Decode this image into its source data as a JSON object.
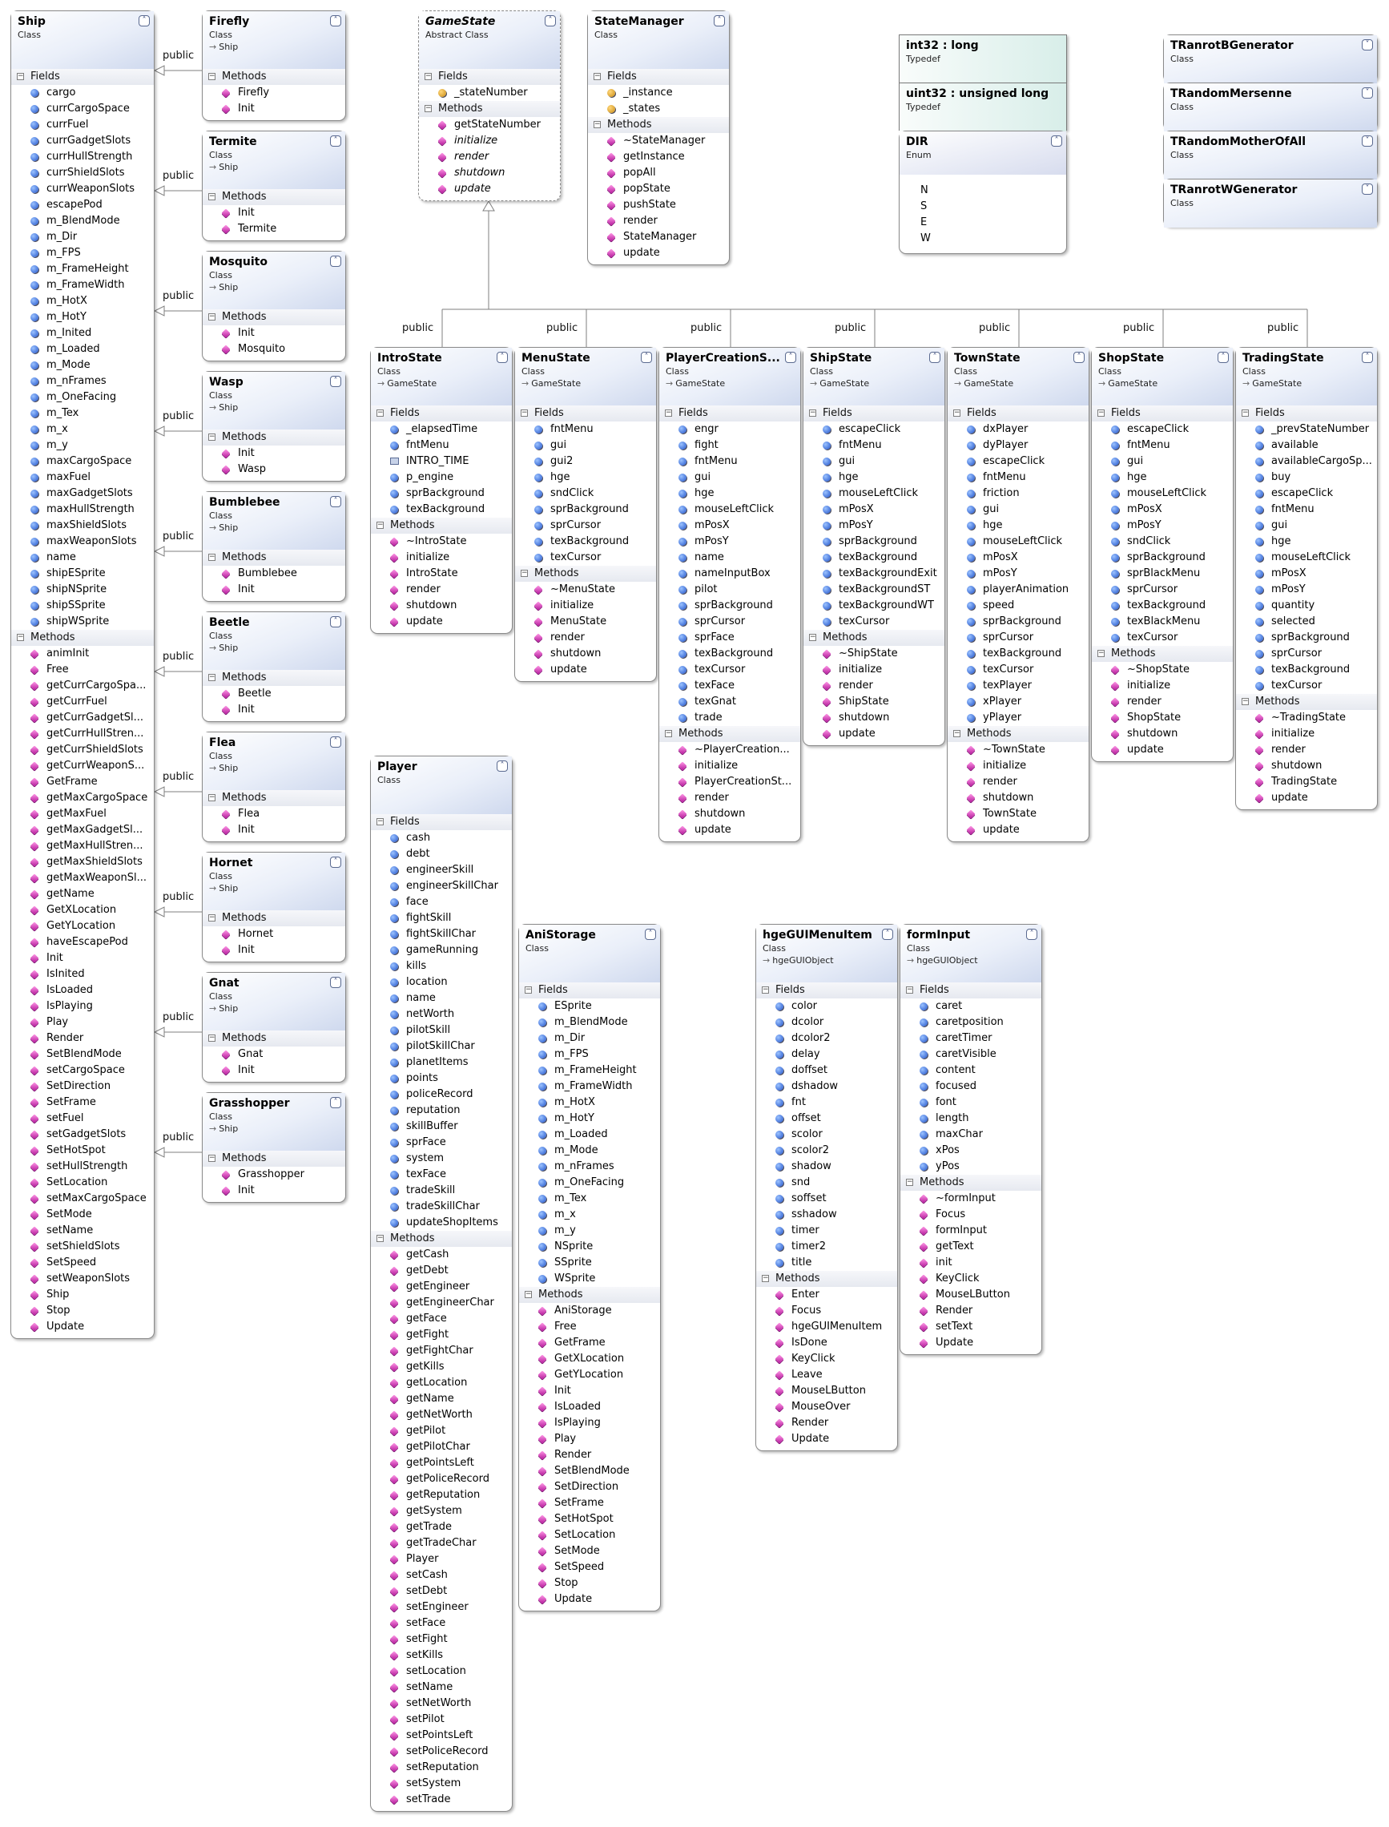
{
  "inherit_label": "public",
  "sections": {
    "fields": "Fields",
    "methods": "Methods"
  },
  "boxes": [
    {
      "id": "ship",
      "name": "Ship",
      "kind": "Class",
      "fields": [
        "cargo",
        "currCargoSpace",
        "currFuel",
        "currGadgetSlots",
        "currHullStrength",
        "currShieldSlots",
        "currWeaponSlots",
        "escapePod",
        "m_BlendMode",
        "m_Dir",
        "m_FPS",
        "m_FrameHeight",
        "m_FrameWidth",
        "m_HotX",
        "m_HotY",
        "m_Inited",
        "m_Loaded",
        "m_Mode",
        "m_nFrames",
        "m_OneFacing",
        "m_Tex",
        "m_x",
        "m_y",
        "maxCargoSpace",
        "maxFuel",
        "maxGadgetSlots",
        "maxHullStrength",
        "maxShieldSlots",
        "maxWeaponSlots",
        "name",
        "shipESprite",
        "shipNSprite",
        "shipSSprite",
        "shipWSprite"
      ],
      "methods": [
        "animInit",
        "Free",
        "getCurrCargoSpa...",
        "getCurrFuel",
        "getCurrGadgetSl...",
        "getCurrHullStren...",
        "getCurrShieldSlots",
        "getCurrWeaponS...",
        "GetFrame",
        "getMaxCargoSpace",
        "getMaxFuel",
        "getMaxGadgetSl...",
        "getMaxHullStren...",
        "getMaxShieldSlots",
        "getMaxWeaponSl...",
        "getName",
        "GetXLocation",
        "GetYLocation",
        "haveEscapePod",
        "Init",
        "IsInited",
        "IsLoaded",
        "IsPlaying",
        "Play",
        "Render",
        "SetBlendMode",
        "setCargoSpace",
        "SetDirection",
        "SetFrame",
        "setFuel",
        "setGadgetSlots",
        "SetHotSpot",
        "setHullStrength",
        "SetLocation",
        "setMaxCargoSpace",
        "SetMode",
        "setName",
        "setShieldSlots",
        "SetSpeed",
        "setWeaponSlots",
        "Ship",
        "Stop",
        "Update"
      ]
    },
    {
      "id": "firefly",
      "name": "Firefly",
      "kind": "Class",
      "base": "Ship",
      "methods": [
        "Firefly",
        "Init"
      ]
    },
    {
      "id": "termite",
      "name": "Termite",
      "kind": "Class",
      "base": "Ship",
      "methods": [
        "Init",
        "Termite"
      ]
    },
    {
      "id": "mosquito",
      "name": "Mosquito",
      "kind": "Class",
      "base": "Ship",
      "methods": [
        "Init",
        "Mosquito"
      ]
    },
    {
      "id": "wasp",
      "name": "Wasp",
      "kind": "Class",
      "base": "Ship",
      "methods": [
        "Init",
        "Wasp"
      ]
    },
    {
      "id": "bumblebee",
      "name": "Bumblebee",
      "kind": "Class",
      "base": "Ship",
      "methods": [
        "Bumblebee",
        "Init"
      ]
    },
    {
      "id": "beetle",
      "name": "Beetle",
      "kind": "Class",
      "base": "Ship",
      "methods": [
        "Beetle",
        "Init"
      ]
    },
    {
      "id": "flea",
      "name": "Flea",
      "kind": "Class",
      "base": "Ship",
      "methods": [
        "Flea",
        "Init"
      ]
    },
    {
      "id": "hornet",
      "name": "Hornet",
      "kind": "Class",
      "base": "Ship",
      "methods": [
        "Hornet",
        "Init"
      ]
    },
    {
      "id": "gnat",
      "name": "Gnat",
      "kind": "Class",
      "base": "Ship",
      "methods": [
        "Gnat",
        "Init"
      ]
    },
    {
      "id": "grasshopper",
      "name": "Grasshopper",
      "kind": "Class",
      "base": "Ship",
      "methods": [
        "Grasshopper",
        "Init"
      ]
    },
    {
      "id": "gamestate",
      "name": "GameState",
      "kind": "Abstract Class",
      "abstract": true,
      "fields": [
        "_stateNumber"
      ],
      "field_icon": "fp",
      "methods": [
        "getStateNumber",
        "initialize",
        "render",
        "shutdown",
        "update"
      ],
      "italic_methods": [
        1,
        2,
        3,
        4
      ]
    },
    {
      "id": "statemanager",
      "name": "StateManager",
      "kind": "Class",
      "fields": [
        "_instance",
        "_states"
      ],
      "field_icon": "fp",
      "methods": [
        "~StateManager",
        "getInstance",
        "popAll",
        "popState",
        "pushState",
        "render",
        "StateManager",
        "update"
      ]
    },
    {
      "id": "introstate",
      "name": "IntroState",
      "kind": "Class",
      "base": "GameState",
      "fields": [
        "_elapsedTime",
        "fntMenu",
        "INTRO_TIME",
        "p_engine",
        "sprBackground",
        "texBackground"
      ],
      "methods": [
        "~IntroState",
        "initialize",
        "IntroState",
        "render",
        "shutdown",
        "update"
      ]
    },
    {
      "id": "menustate",
      "name": "MenuState",
      "kind": "Class",
      "base": "GameState",
      "fields": [
        "fntMenu",
        "gui",
        "gui2",
        "hge",
        "sndClick",
        "sprBackground",
        "sprCursor",
        "texBackground",
        "texCursor"
      ],
      "methods": [
        "~MenuState",
        "initialize",
        "MenuState",
        "render",
        "shutdown",
        "update"
      ]
    },
    {
      "id": "playercreation",
      "name": "PlayerCreationS...",
      "kind": "Class",
      "base": "GameState",
      "fields": [
        "engr",
        "fight",
        "fntMenu",
        "gui",
        "hge",
        "mouseLeftClick",
        "mPosX",
        "mPosY",
        "name",
        "nameInputBox",
        "pilot",
        "sprBackground",
        "sprCursor",
        "sprFace",
        "texBackground",
        "texCursor",
        "texFace",
        "texGnat",
        "trade"
      ],
      "methods": [
        "~PlayerCreation...",
        "initialize",
        "PlayerCreationSt...",
        "render",
        "shutdown",
        "update"
      ]
    },
    {
      "id": "shipstate",
      "name": "ShipState",
      "kind": "Class",
      "base": "GameState",
      "fields": [
        "escapeClick",
        "fntMenu",
        "gui",
        "hge",
        "mouseLeftClick",
        "mPosX",
        "mPosY",
        "sprBackground",
        "texBackground",
        "texBackgroundExit",
        "texBackgroundST",
        "texBackgroundWT",
        "texCursor"
      ],
      "methods": [
        "~ShipState",
        "initialize",
        "render",
        "ShipState",
        "shutdown",
        "update"
      ]
    },
    {
      "id": "townstate",
      "name": "TownState",
      "kind": "Class",
      "base": "GameState",
      "fields": [
        "dxPlayer",
        "dyPlayer",
        "escapeClick",
        "fntMenu",
        "friction",
        "gui",
        "hge",
        "mouseLeftClick",
        "mPosX",
        "mPosY",
        "playerAnimation",
        "speed",
        "sprBackground",
        "sprCursor",
        "texBackground",
        "texCursor",
        "texPlayer",
        "xPlayer",
        "yPlayer"
      ],
      "methods": [
        "~TownState",
        "initialize",
        "render",
        "shutdown",
        "TownState",
        "update"
      ]
    },
    {
      "id": "shopstate",
      "name": "ShopState",
      "kind": "Class",
      "base": "GameState",
      "fields": [
        "escapeClick",
        "fntMenu",
        "gui",
        "hge",
        "mouseLeftClick",
        "mPosX",
        "mPosY",
        "sndClick",
        "sprBackground",
        "sprBlackMenu",
        "sprCursor",
        "texBackground",
        "texBlackMenu",
        "texCursor"
      ],
      "methods": [
        "~ShopState",
        "initialize",
        "render",
        "ShopState",
        "shutdown",
        "update"
      ]
    },
    {
      "id": "tradingstate",
      "name": "TradingState",
      "kind": "Class",
      "base": "GameState",
      "fields": [
        "_prevStateNumber",
        "available",
        "availableCargoSp...",
        "buy",
        "escapeClick",
        "fntMenu",
        "gui",
        "hge",
        "mouseLeftClick",
        "mPosX",
        "mPosY",
        "quantity",
        "selected",
        "sprBackground",
        "sprCursor",
        "texBackground",
        "texCursor"
      ],
      "methods": [
        "~TradingState",
        "initialize",
        "render",
        "shutdown",
        "TradingState",
        "update"
      ]
    },
    {
      "id": "player",
      "name": "Player",
      "kind": "Class",
      "fields": [
        "cash",
        "debt",
        "engineerSkill",
        "engineerSkillChar",
        "face",
        "fightSkill",
        "fightSkillChar",
        "gameRunning",
        "kills",
        "location",
        "name",
        "netWorth",
        "pilotSkill",
        "pilotSkillChar",
        "planetItems",
        "points",
        "policeRecord",
        "reputation",
        "skillBuffer",
        "sprFace",
        "system",
        "texFace",
        "tradeSkill",
        "tradeSkillChar",
        "updateShopItems"
      ],
      "methods": [
        "getCash",
        "getDebt",
        "getEngineer",
        "getEngineerChar",
        "getFace",
        "getFight",
        "getFightChar",
        "getKills",
        "getLocation",
        "getName",
        "getNetWorth",
        "getPilot",
        "getPilotChar",
        "getPointsLeft",
        "getPoliceRecord",
        "getReputation",
        "getSystem",
        "getTrade",
        "getTradeChar",
        "Player",
        "setCash",
        "setDebt",
        "setEngineer",
        "setFace",
        "setFight",
        "setKills",
        "setLocation",
        "setName",
        "setNetWorth",
        "setPilot",
        "setPointsLeft",
        "setPoliceRecord",
        "setReputation",
        "setSystem",
        "setTrade"
      ]
    },
    {
      "id": "anistorage",
      "name": "AniStorage",
      "kind": "Class",
      "fields": [
        "ESprite",
        "m_BlendMode",
        "m_Dir",
        "m_FPS",
        "m_FrameHeight",
        "m_FrameWidth",
        "m_HotX",
        "m_HotY",
        "m_Loaded",
        "m_Mode",
        "m_nFrames",
        "m_OneFacing",
        "m_Tex",
        "m_x",
        "m_y",
        "NSprite",
        "SSprite",
        "WSprite"
      ],
      "methods": [
        "AniStorage",
        "Free",
        "GetFrame",
        "GetXLocation",
        "GetYLocation",
        "Init",
        "IsLoaded",
        "IsPlaying",
        "Play",
        "Render",
        "SetBlendMode",
        "SetDirection",
        "SetFrame",
        "SetHotSpot",
        "SetLocation",
        "SetMode",
        "SetSpeed",
        "Stop",
        "Update"
      ]
    },
    {
      "id": "hgeguimenuitem",
      "name": "hgeGUIMenuItem",
      "kind": "Class",
      "base": "hgeGUIObject",
      "fields": [
        "color",
        "dcolor",
        "dcolor2",
        "delay",
        "doffset",
        "dshadow",
        "fnt",
        "offset",
        "scolor",
        "scolor2",
        "shadow",
        "snd",
        "soffset",
        "sshadow",
        "timer",
        "timer2",
        "title"
      ],
      "methods": [
        "Enter",
        "Focus",
        "hgeGUIMenuItem",
        "IsDone",
        "KeyClick",
        "Leave",
        "MouseLButton",
        "MouseOver",
        "Render",
        "Update"
      ]
    },
    {
      "id": "forminput",
      "name": "formInput",
      "kind": "Class",
      "base": "hgeGUIObject",
      "fields": [
        "caret",
        "caretposition",
        "caretTimer",
        "caretVisible",
        "content",
        "focused",
        "font",
        "length",
        "maxChar",
        "xPos",
        "yPos"
      ],
      "methods": [
        "~formInput",
        "Focus",
        "formInput",
        "getText",
        "init",
        "KeyClick",
        "MouseLButton",
        "Render",
        "setText",
        "Update"
      ]
    },
    {
      "id": "int32",
      "name": "int32 : long",
      "kind": "Typedef",
      "typedef": true
    },
    {
      "id": "uint32",
      "name": "uint32 : unsigned long",
      "kind": "Typedef",
      "typedef": true
    },
    {
      "id": "dir",
      "name": "DIR",
      "kind": "Enum",
      "enum": true,
      "values": [
        "N",
        "S",
        "E",
        "W"
      ]
    },
    {
      "id": "tranrotb",
      "name": "TRanrotBGenerator",
      "kind": "Class",
      "collapsed": true
    },
    {
      "id": "trandommersenne",
      "name": "TRandomMersenne",
      "kind": "Class",
      "collapsed": true
    },
    {
      "id": "trandommother",
      "name": "TRandomMotherOfAll",
      "kind": "Class",
      "collapsed": true
    },
    {
      "id": "tranrotw",
      "name": "TRanrotWGenerator",
      "kind": "Class",
      "collapsed": true
    }
  ]
}
